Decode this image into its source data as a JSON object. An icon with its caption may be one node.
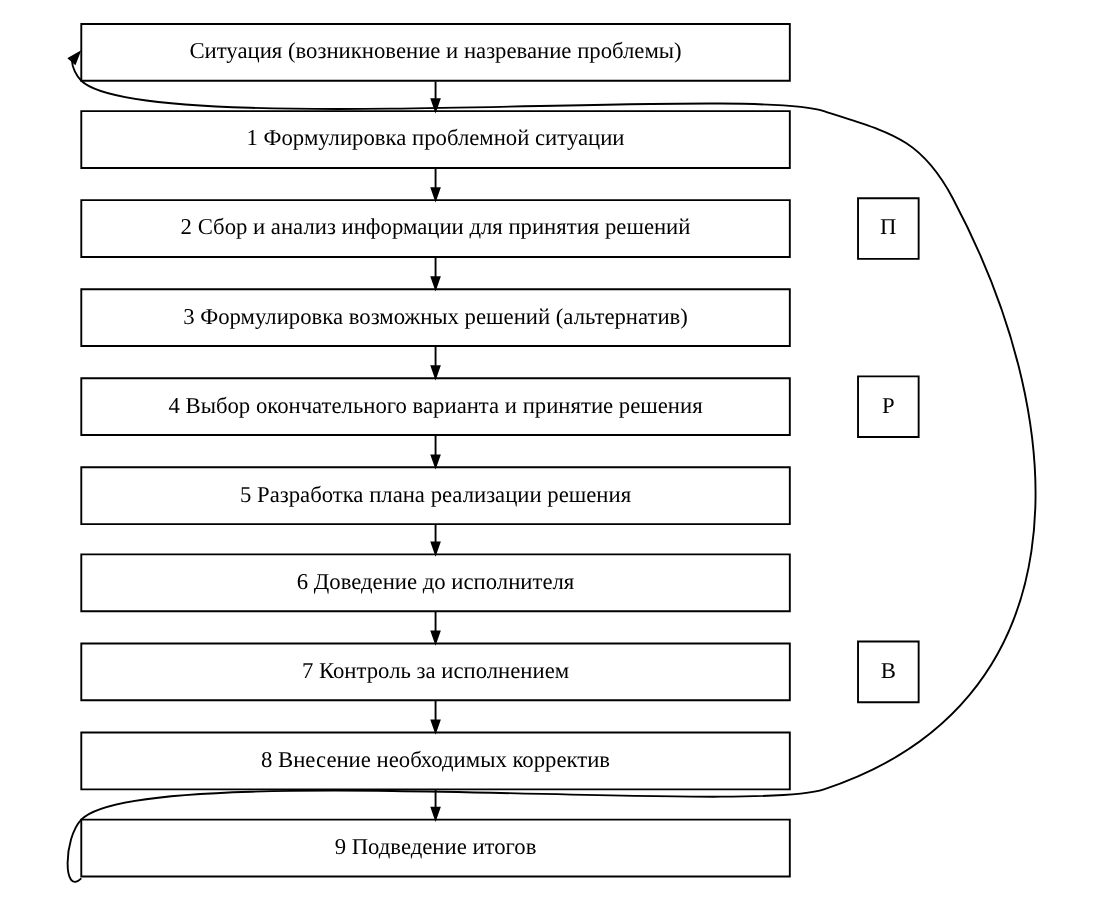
{
  "diagram": {
    "nodes": [
      {
        "text": [
          "Ситуация (возникновение и назревание проблемы)"
        ]
      },
      {
        "text": [
          "1 Формулировка проблемной ситуации"
        ]
      },
      {
        "text": [
          "2 Сбор и анализ информации для принятия решений"
        ]
      },
      {
        "text": [
          "3 Формулировка возможных решений (альтернатив)"
        ]
      },
      {
        "text": [
          "4 Выбор окончательного варианта и принятие решения"
        ]
      },
      {
        "text": [
          "5 Разработка плана реализации решения"
        ]
      },
      {
        "text": [
          "6 Доведение до исполнителя"
        ]
      },
      {
        "text": [
          "7 Контроль за исполнением"
        ]
      },
      {
        "text": [
          "8 Внесение необходимых корректив"
        ]
      },
      {
        "text": [
          "9 Подведение итогов"
        ]
      },
      {
        "text": [
          "П"
        ]
      },
      {
        "text": [
          "Р"
        ]
      },
      {
        "text": [
          "В"
        ]
      }
    ],
    "edges": [
      {
        "from": 0,
        "to": 1,
        "arrow": "to"
      },
      {
        "from": 1,
        "to": 2,
        "arrow": "to"
      },
      {
        "from": 2,
        "to": 3,
        "arrow": "to"
      },
      {
        "from": 3,
        "to": 4,
        "arrow": "to"
      },
      {
        "from": 4,
        "to": 5,
        "arrow": "to"
      },
      {
        "from": 5,
        "to": 6,
        "arrow": "to"
      },
      {
        "from": 6,
        "to": 7,
        "arrow": "to"
      },
      {
        "from": 7,
        "to": 8,
        "arrow": "to"
      },
      {
        "from": 8,
        "to": 9,
        "arrow": "to"
      },
      {
        "from": 9,
        "to": 0,
        "arrow": "to"
      }
    ]
  }
}
